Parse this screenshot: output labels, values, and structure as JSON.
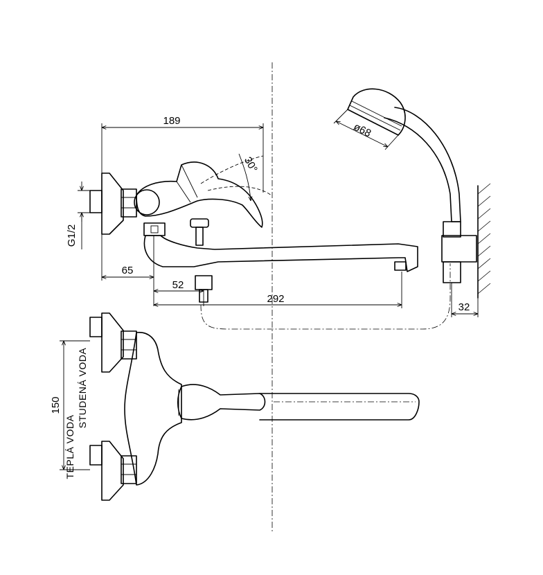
{
  "dimensions": {
    "overall_depth": "189",
    "lever_angle": "30°",
    "thread": "G1/2",
    "inlet_offset": "65",
    "diverter_offset": "52",
    "spout_length": "292",
    "shower_head_diameter": "ø68",
    "wall_bracket": "32",
    "inlet_spacing": "150"
  },
  "labels": {
    "cold_water": "STUDENÁ VODA",
    "hot_water": "TEPLÁ VODA"
  }
}
